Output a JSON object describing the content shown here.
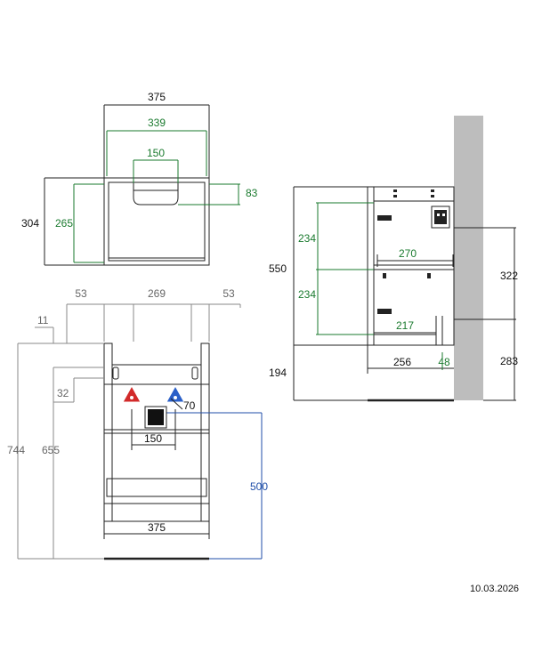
{
  "colors": {
    "line": "#222222",
    "green": "#1a7a2e",
    "blue": "#1f4ea8",
    "gray": "#888888",
    "wall": "#bdbdbd",
    "hot": "#d22a2a",
    "cold": "#2a5fc8"
  },
  "top_view": {
    "width_total": "375",
    "width_inner": "339",
    "drawer_front": "150",
    "depth_total": "304",
    "depth_inner": "265",
    "drawer_depth": "83"
  },
  "front_view": {
    "offset_left": "53",
    "width_mid": "269",
    "offset_right": "53",
    "top_offset": "11",
    "height_total": "744",
    "height_inner": "655",
    "rail_offset": "32",
    "drain_offset": "70",
    "pipe_spacing": "150",
    "drain_height": "500",
    "width_bottom": "375"
  },
  "side_view": {
    "height_total": "550",
    "shelf_upper": "234",
    "shelf_lower": "234",
    "depth_upper": "270",
    "depth_lower": "217",
    "floor_gap": "194",
    "depth_total": "256",
    "wall_gap": "48",
    "mount_height": "322",
    "mount_low": "283"
  },
  "footer": {
    "date": "10.03.2026"
  }
}
